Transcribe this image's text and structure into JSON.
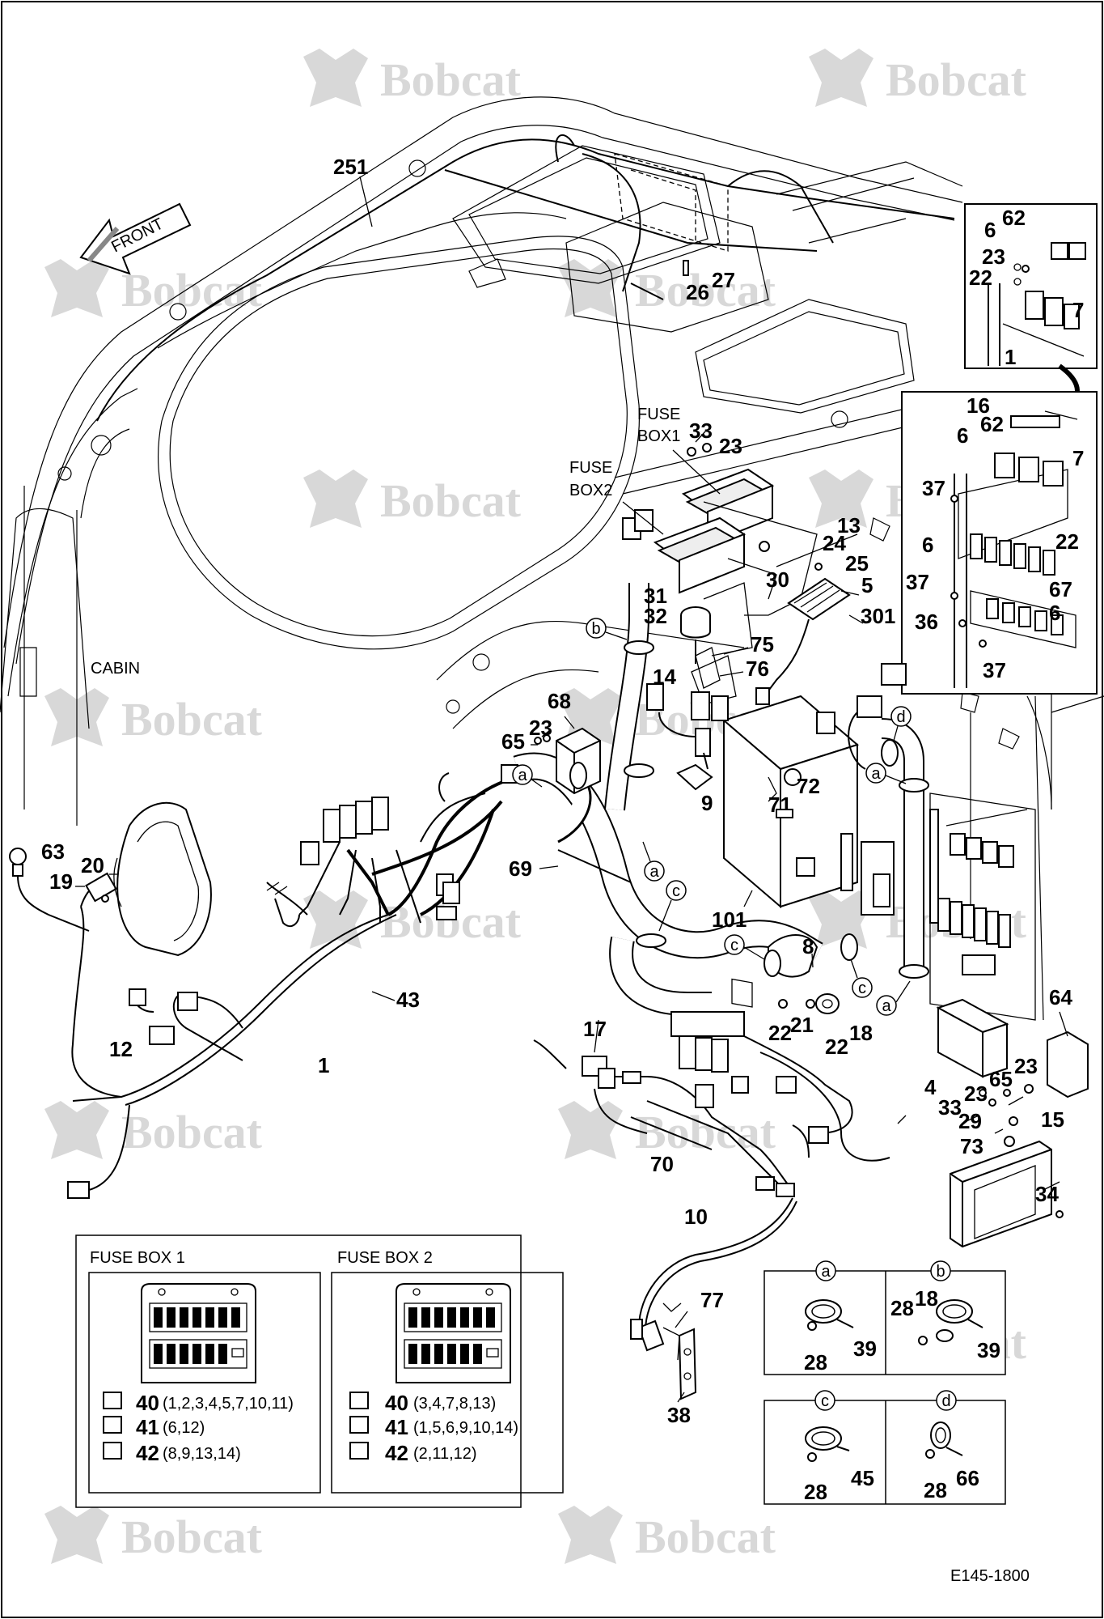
{
  "watermark": "Bobcat",
  "texts": {
    "front": "FRONT",
    "cabin": "CABIN",
    "fuse_box1_line1": "FUSE",
    "fuse_box1_line2": "BOX1",
    "fuse_box2_line1": "FUSE",
    "fuse_box2_line2": "BOX2",
    "diagram_id": "E145-1800"
  },
  "callouts": [
    "251",
    "26",
    "27",
    "6",
    "62",
    "23",
    "22",
    "7",
    "1",
    "16",
    "62",
    "6",
    "7",
    "37",
    "22",
    "6",
    "67",
    "37",
    "6",
    "36",
    "37",
    "33",
    "23",
    "13",
    "24",
    "25",
    "5",
    "30",
    "31",
    "32",
    "301",
    "75",
    "76",
    "14",
    "68",
    "23",
    "65",
    "9",
    "71",
    "72",
    "63",
    "20",
    "19",
    "69",
    "101",
    "43",
    "12",
    "1",
    "8",
    "22",
    "21",
    "18",
    "22",
    "17",
    "64",
    "4",
    "33",
    "23",
    "65",
    "23",
    "29",
    "15",
    "73",
    "70",
    "34",
    "10",
    "77",
    "38"
  ],
  "clip_details": {
    "a": {
      "letter": "a",
      "labels": [
        "28",
        "39"
      ]
    },
    "b": {
      "letter": "b",
      "labels": [
        "28",
        "18",
        "39"
      ]
    },
    "c": {
      "letter": "c",
      "labels": [
        "28",
        "45"
      ]
    },
    "d": {
      "letter": "d",
      "labels": [
        "28",
        "66"
      ]
    }
  },
  "clip_markers": [
    "b",
    "a",
    "a",
    "a",
    "c",
    "c",
    "c",
    "a",
    "d"
  ],
  "fuse_box_1": {
    "title": "FUSE BOX 1",
    "rows": [
      {
        "num": "40",
        "list": "(1,2,3,4,5,7,10,11)"
      },
      {
        "num": "41",
        "list": "(6,12)"
      },
      {
        "num": "42",
        "list": "(8,9,13,14)"
      }
    ]
  },
  "fuse_box_2": {
    "title": "FUSE BOX 2",
    "rows": [
      {
        "num": "40",
        "list": "(3,4,7,8,13)"
      },
      {
        "num": "41",
        "list": "(1,5,6,9,10,14)"
      },
      {
        "num": "42",
        "list": "(2,11,12)"
      }
    ]
  }
}
